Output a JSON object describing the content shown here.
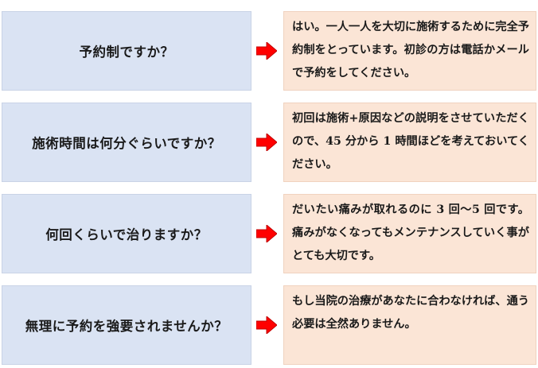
{
  "colors": {
    "question_bg": "#dae3f3",
    "answer_bg": "#fbe5d6",
    "arrow": "#ff0000"
  },
  "icons": {
    "arrow": "right-arrow-icon"
  },
  "faq": [
    {
      "question": "予約制ですか？",
      "answer": "はい。一人一人を大切に施術するために完全予約制をとっています。初診の方は電話かメールで予約をしてください。"
    },
    {
      "question": "施術時間は何分ぐらいですか？",
      "answer": "初回は施術+原因などの説明をさせていただくので、45 分から 1 時間ほどを考えておいてください。"
    },
    {
      "question": "何回くらいで治りますか？",
      "answer": "だいたい痛みが取れるのに 3 回～5 回です。痛みがなくなってもメンテナンスしていく事がとても大切です。"
    },
    {
      "question": "無理に予約を強要されませんか？",
      "answer": "もし当院の治療があなたに合わなければ、通う必要は全然ありません。"
    }
  ]
}
